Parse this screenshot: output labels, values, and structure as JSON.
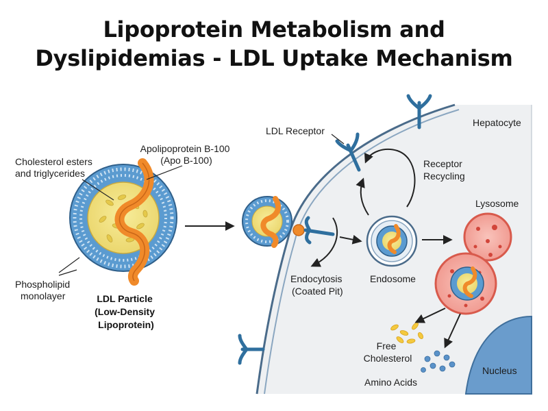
{
  "title": {
    "line1": "Lipoprotein Metabolism and",
    "line2": "Dyslipidemias - LDL Uptake Mechanism"
  },
  "labels": {
    "cholesterol_esters": [
      "Cholesterol esters",
      "and triglycerides"
    ],
    "apo_b100": [
      "Apolipoprotein B-100",
      "(Apo B-100)"
    ],
    "phospholipid": [
      "Phospholipid",
      "monolayer"
    ],
    "ldl_particle": [
      "LDL Particle",
      "(Low-Density",
      "Lipoprotein)"
    ],
    "ldl_receptor": "LDL Receptor",
    "hepatocyte": "Hepatocyte",
    "receptor_recycling": [
      "Receptor",
      "Recycling"
    ],
    "lysosome": "Lysosome",
    "endocytosis": [
      "Endocytosis",
      "(Coated Pit)"
    ],
    "endosome": "Endosome",
    "free_cholesterol": [
      "Free",
      "Cholesterol"
    ],
    "amino_acids": "Amino Acids",
    "nucleus": "Nucleus"
  },
  "colors": {
    "cell_fill": "#eef0f2",
    "membrane": "#4a6b8a",
    "receptor": "#2f6f9e",
    "apo_b": "#f08a2a",
    "phospholipid_head": "#5b9bd0",
    "core": "#f3e27a",
    "lysosome": "#f2a59a",
    "lysosome_edge": "#d85a4c",
    "nucleus": "#6a9ccc",
    "free_cholesterol": "#f4c93e",
    "amino_acids": "#5a92c9"
  }
}
